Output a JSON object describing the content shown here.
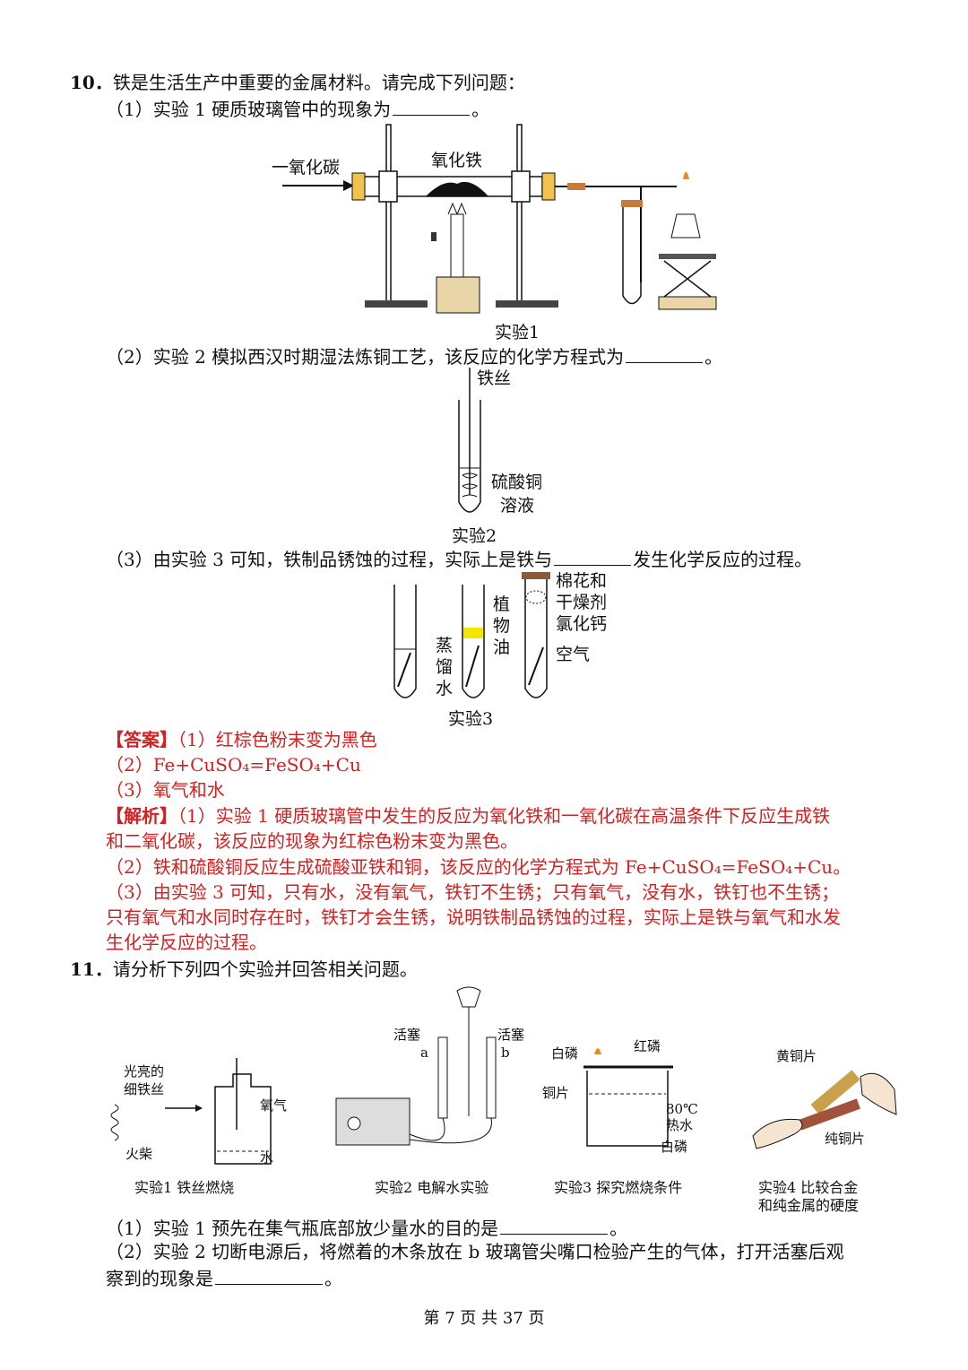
{
  "q10": {
    "number": "10．",
    "stem": "铁是生活生产中重要的金属材料。请完成下列问题：",
    "p1_pre": "（1）实验 1 硬质玻璃管中的现象为",
    "p1_post": "。",
    "fig1": {
      "label_co": "一氧化碳",
      "label_fe2o3": "氧化铁",
      "caption": "实验1"
    },
    "p2_pre": "（2）实验 2 模拟西汉时期湿法炼铜工艺，该反应的化学方程式为",
    "p2_post": "。",
    "fig2": {
      "label_wire": "铁丝",
      "label_sol1": "硫酸铜",
      "label_sol2": "溶液",
      "caption": "实验2"
    },
    "p3_pre": "（3）由实验 3 可知，铁制品锈蚀的过程，实际上是铁与",
    "p3_post": "发生化学反应的过程。",
    "fig3": {
      "l_cotton1": "棉花和",
      "l_cotton2": "干燥剂",
      "l_cotton3": "氯化钙",
      "l_oil1": "植",
      "l_oil2": "物",
      "l_oil3": "油",
      "l_water1": "蒸",
      "l_water2": "馏",
      "l_water3": "水",
      "l_air": "空气",
      "caption": "实验3"
    },
    "answer_tag": "【答案】",
    "answer1": "（1）红棕色粉末变为黑色",
    "answer2": "（2）Fe+CuSO₄=FeSO₄+Cu",
    "answer3": "（3）氧气和水",
    "analysis_tag": "【解析】",
    "analysis1a": "（1）实验 1 硬质玻璃管中发生的反应为氧化铁和一氧化碳在高温条件下反应生成铁",
    "analysis1b": "和二氧化碳，该反应的现象为红棕色粉末变为黑色。",
    "analysis2": "（2）铁和硫酸铜反应生成硫酸亚铁和铜，该反应的化学方程式为 Fe+CuSO₄=FeSO₄+Cu。",
    "analysis3a": "（3）由实验 3 可知，只有水，没有氧气，铁钉不生锈；只有氧气，没有水，铁钉也不生锈；",
    "analysis3b": "只有氧气和水同时存在时，铁钉才会生锈，说明铁制品锈蚀的过程，实际上是铁与氧气和水发",
    "analysis3c": "生化学反应的过程。"
  },
  "q11": {
    "number": "11．",
    "stem": "请分析下列四个实验并回答相关问题。",
    "exp1": {
      "l1": "光亮的",
      "l2": "细铁丝",
      "l3": "火柴",
      "l4": "氧气",
      "l5": "水",
      "caption": "实验1 铁丝燃烧"
    },
    "exp2": {
      "l1": "活塞",
      "l2": "a",
      "l3": "活塞",
      "l4": "b",
      "caption": "实验2 电解水实验"
    },
    "exp3": {
      "l1": "白磷",
      "l2": "红磷",
      "l3": "铜片",
      "l4": "80℃",
      "l5": "热水",
      "l6": "白磷",
      "caption": "实验3 探究燃烧条件"
    },
    "exp4": {
      "l1": "黄铜片",
      "l2": "纯铜片",
      "caption1": "实验4 比较合金",
      "caption2": "和纯金属的硬度"
    },
    "p1_pre": "（1）实验 1 预先在集气瓶底部放少量水的目的是",
    "p1_post": "。",
    "p2_pre": "（2）实验 2 切断电源后，将燃着的木条放在 b 玻璃管尖嘴口检验产生的气体，打开活塞后观",
    "p2b_pre": "察到的现象是",
    "p2b_post": "。"
  },
  "footer": "第 7 页 共 37 页"
}
